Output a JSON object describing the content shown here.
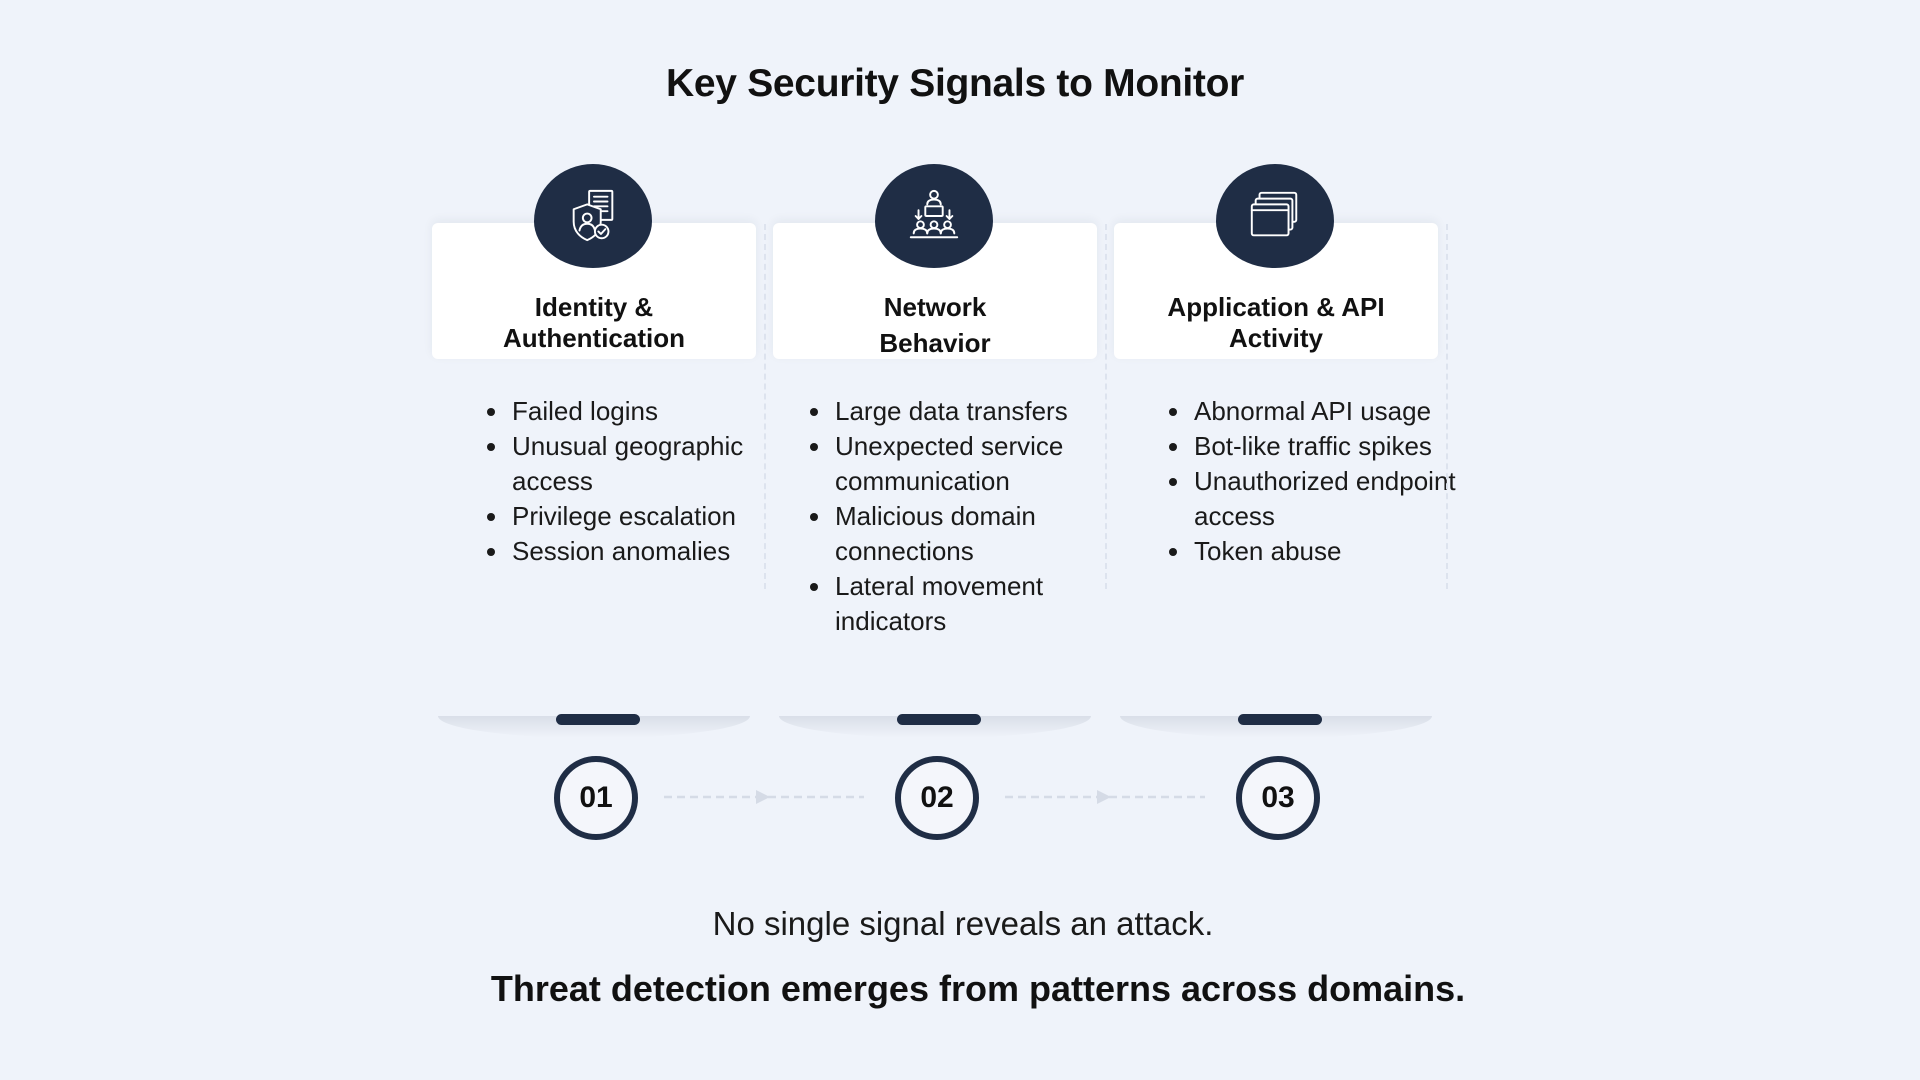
{
  "title": "Key Security Signals to Monitor",
  "columns": [
    {
      "icon": "identity-shield-user-icon",
      "title_line1": "Identity &",
      "title_line2": "Authentication",
      "items": [
        "Failed logins",
        "Unusual geographic access",
        "Privilege escalation",
        "Session anomalies"
      ],
      "step": "01"
    },
    {
      "icon": "network-users-icon",
      "title_line1": "Network",
      "title_line2": "Behavior",
      "items": [
        "Large data transfers",
        "Unexpected service communication",
        "Malicious domain connections",
        "Lateral movement indicators"
      ],
      "step": "02"
    },
    {
      "icon": "api-windows-icon",
      "title_line1": "Application & API",
      "title_line2": "Activity",
      "items": [
        "Abnormal API usage",
        "Bot-like traffic spikes",
        "Unauthorized endpoint access",
        "Token abuse"
      ],
      "step": "03"
    }
  ],
  "note": "No single signal reveals an attack.",
  "emphasis": "Threat detection emerges from patterns across domains.",
  "colors": {
    "background": "#eff3fa",
    "navy": "#1f2d45",
    "card": "#ffffff"
  }
}
